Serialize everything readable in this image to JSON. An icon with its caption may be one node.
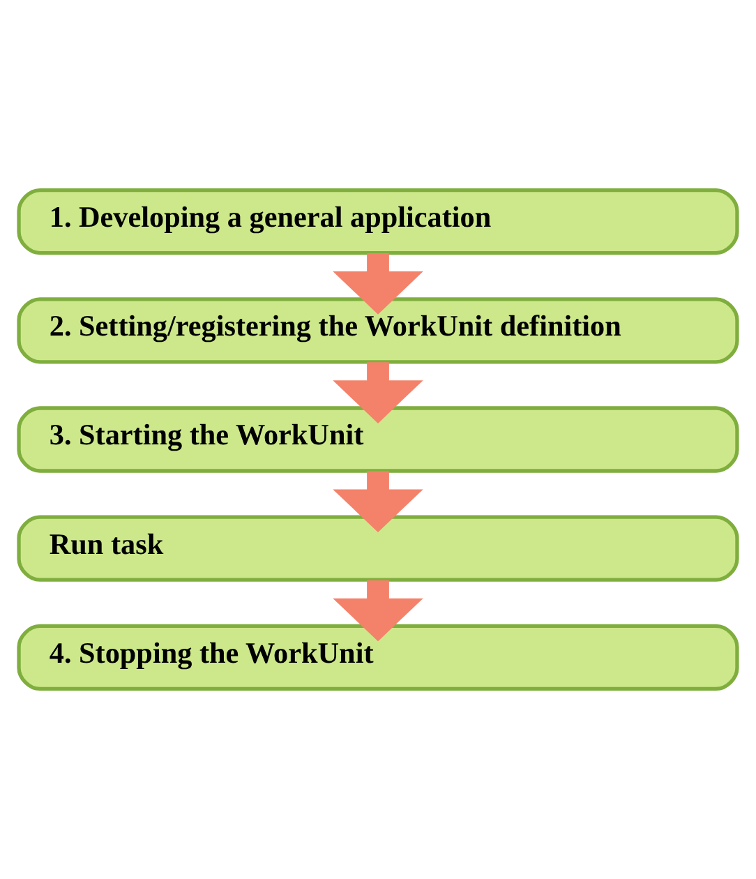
{
  "diagram": {
    "nodes": [
      {
        "text": [
          "1. Developing a general application"
        ]
      },
      {
        "text": [
          "2. Setting/registering the WorkUnit definition"
        ]
      },
      {
        "text": [
          "3. Starting the WorkUnit"
        ]
      },
      {
        "text": [
          "Run task"
        ]
      },
      {
        "text": [
          "4. Stopping the WorkUnit"
        ]
      }
    ],
    "edges": [
      {
        "from": 0,
        "to": 1,
        "arrow": "to"
      },
      {
        "from": 1,
        "to": 2,
        "arrow": "to"
      },
      {
        "from": 2,
        "to": 3,
        "arrow": "to"
      },
      {
        "from": 3,
        "to": 4,
        "arrow": "to"
      }
    ]
  }
}
